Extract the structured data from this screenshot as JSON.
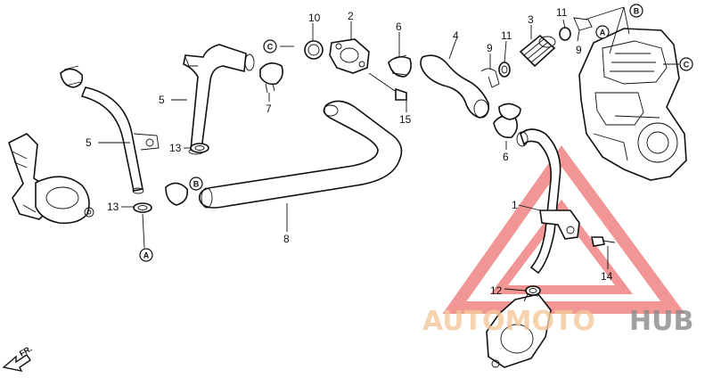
{
  "callouts": {
    "c1": "1",
    "c2": "2",
    "c3": "3",
    "c4": "4",
    "c5a": "5",
    "c5b": "5",
    "c6a": "6",
    "c6b": "6",
    "c7": "7",
    "c8": "8",
    "c9a": "9",
    "c9b": "9",
    "c10": "10",
    "c11a": "11",
    "c11b": "11",
    "c12": "12",
    "c13a": "13",
    "c13b": "13",
    "c14": "14",
    "c15": "15"
  },
  "refs": {
    "a1": "A",
    "a2": "A",
    "b1": "B",
    "b2": "B",
    "c1": "C",
    "c2": "C"
  },
  "watermark": {
    "brand_part1": "AUTOMOTO",
    "brand_part2": "HUB",
    "color_primary": "#e84040",
    "color_secondary": "#8a8a8a"
  },
  "direction_label": "FR."
}
